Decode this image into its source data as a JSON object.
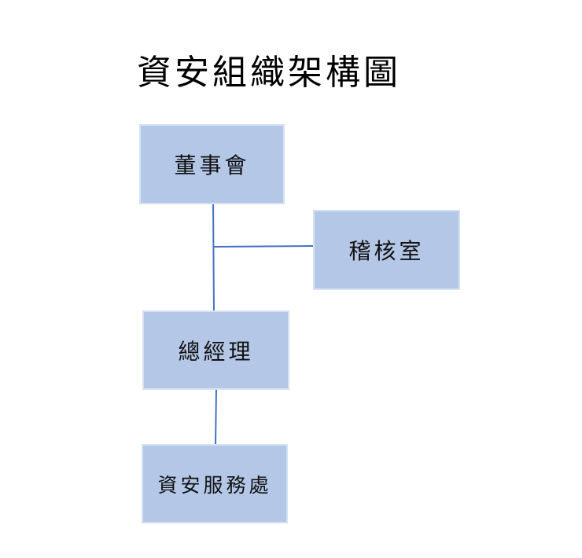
{
  "diagram": {
    "title": "資安組織架構圖",
    "nodes": {
      "board": "董事會",
      "audit": "稽核室",
      "gm": "總經理",
      "security": "資安服務處"
    },
    "edges": [
      {
        "from": "board",
        "to": "gm"
      },
      {
        "from": "board",
        "to": "audit"
      },
      {
        "from": "gm",
        "to": "security"
      }
    ],
    "colors": {
      "box_fill": "#b4c7e7",
      "box_border": "#d4e2f4",
      "line": "#4472c4"
    }
  }
}
